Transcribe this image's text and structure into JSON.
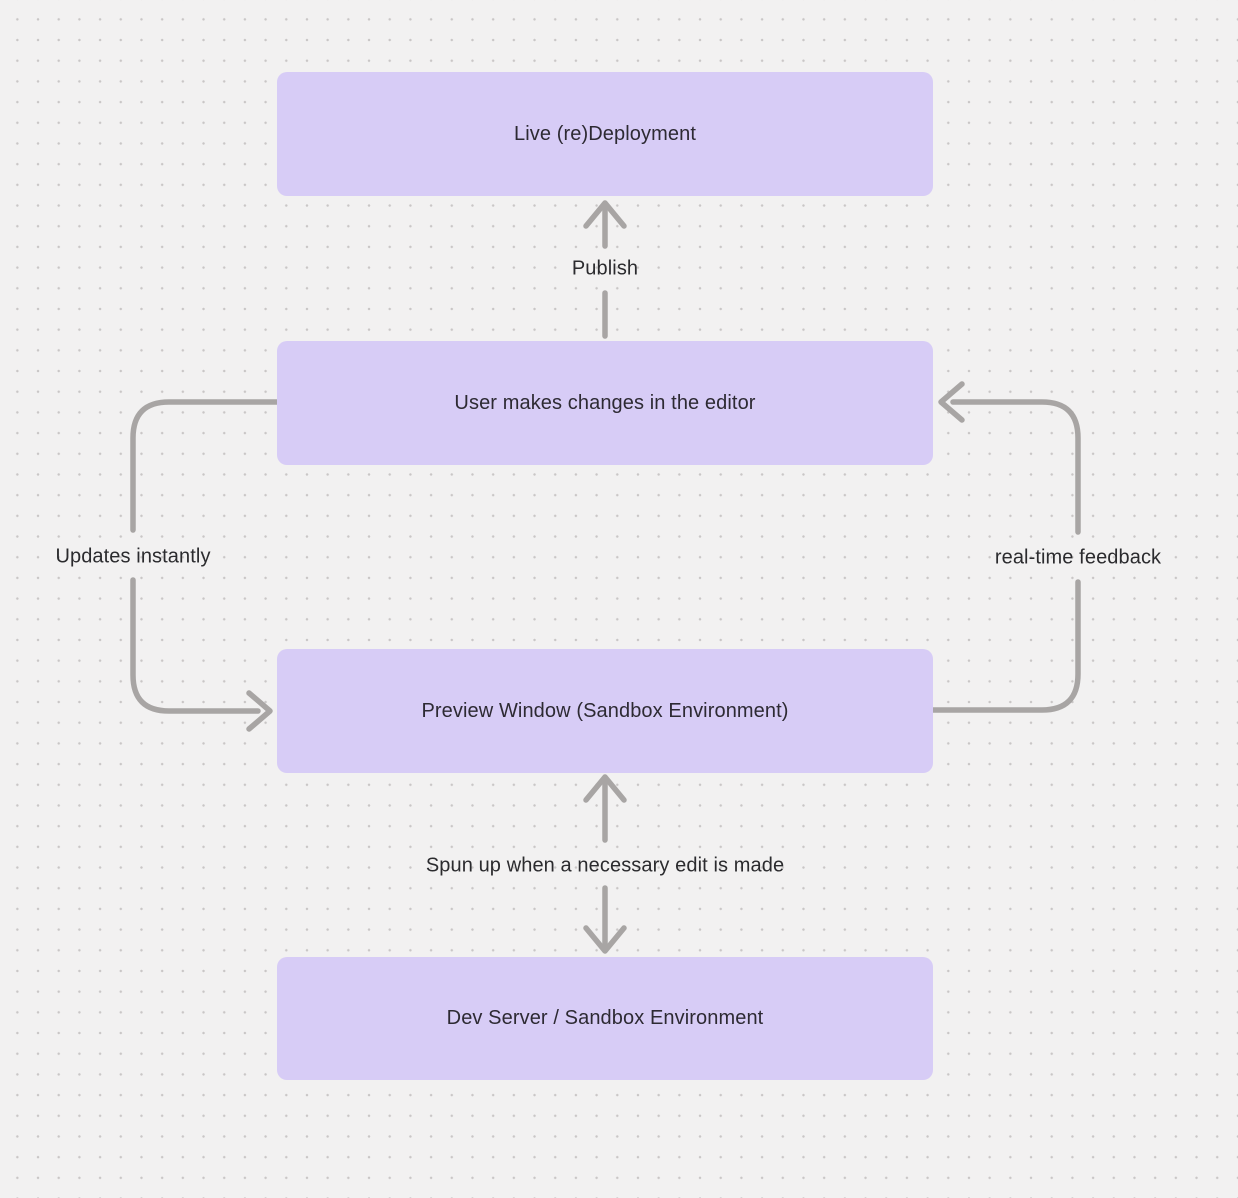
{
  "diagram": {
    "background_color": "#f2f1f1",
    "dot_color": "#c9c6c6",
    "node_fill_color": "#d7ccf6",
    "node_text_color": "#2d2a33",
    "connector_color": "#a8a5a4",
    "label_text_color": "#2b2b2e",
    "nodes": [
      {
        "id": "live-redeployment",
        "label": "Live (re)Deployment"
      },
      {
        "id": "user-editor",
        "label": "User makes changes in the editor"
      },
      {
        "id": "preview-window",
        "label": "Preview Window (Sandbox Environment)"
      },
      {
        "id": "dev-server",
        "label": "Dev Server / Sandbox Environment"
      }
    ],
    "edges": [
      {
        "id": "publish",
        "label": "Publish",
        "from": "user-editor",
        "to": "live-redeployment",
        "direction": "up"
      },
      {
        "id": "updates-instantly",
        "label": "Updates instantly",
        "from": "user-editor",
        "to": "preview-window",
        "direction": "down-left-loop"
      },
      {
        "id": "real-time-feedback",
        "label": "real-time feedback",
        "from": "preview-window",
        "to": "user-editor",
        "direction": "up-right-loop"
      },
      {
        "id": "spun-up",
        "label": "Spun up when a necessary edit is made",
        "from": "preview-window",
        "to": "dev-server",
        "direction": "both"
      }
    ]
  }
}
